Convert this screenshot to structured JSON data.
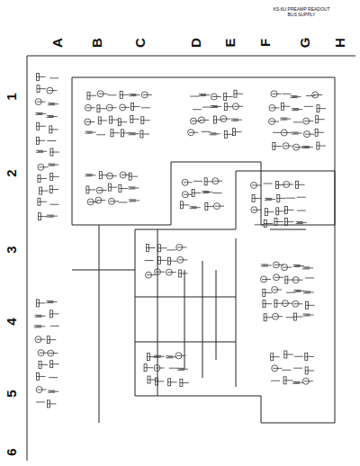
{
  "diagram": {
    "title": "KS-6U PREAMP READOUT BUS SUPPLY",
    "labels": [
      "A",
      "B",
      "C",
      "D",
      "E",
      "F",
      "G",
      "H",
      "1",
      "2",
      "3",
      "4",
      "5",
      "6"
    ]
  }
}
